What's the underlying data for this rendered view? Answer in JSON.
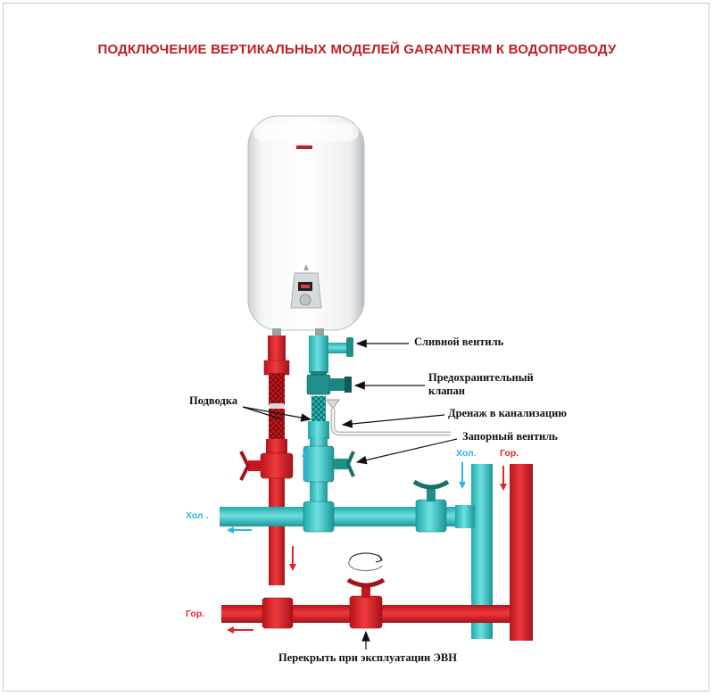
{
  "title": "ПОДКЛЮЧЕНИЕ ВЕРТИКАЛЬНЫХ МОДЕЛЕЙ GARANTERM К ВОДОПРОВОДУ",
  "labels": {
    "drain_valve": "Сливной вентиль",
    "safety_valve_line1": "Предохранительный",
    "safety_valve_line2": "клапан",
    "drainage": "Дренаж в канализацию",
    "shutoff_valve": "Запорный вентиль",
    "supply": "Подводка",
    "close_note": "Перекрыть при эксплуатации ЭВН"
  },
  "tags": {
    "cold_left": "Хол .",
    "hot_left": "Гор.",
    "cold_right": "Хол.",
    "hot_right": "Гор."
  },
  "colors": {
    "title": "#c01f26",
    "hot_pipe": "#e0242b",
    "cold_pipe": "#33c4c6",
    "valve_cold": "#1f8f8a",
    "arrow_hot": "#e0242b",
    "arrow_cold": "#2bb6e6"
  }
}
